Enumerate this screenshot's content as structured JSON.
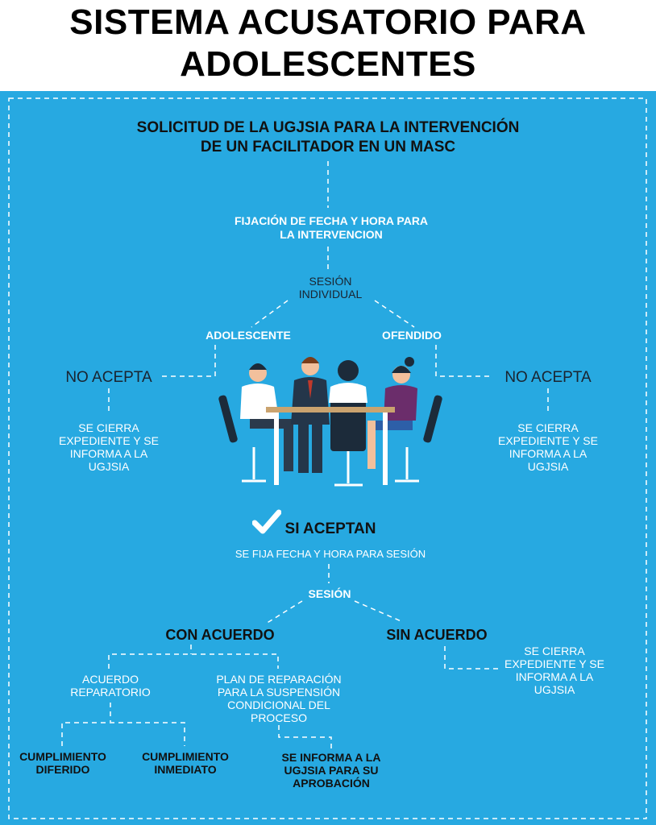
{
  "title": {
    "line1": "SISTEMA ACUSATORIO PARA",
    "line2": "ADOLESCENTES"
  },
  "heading": {
    "line1": "SOLICITUD DE LA UGJSIA PARA LA INTERVENCIÓN",
    "line2": "DE UN FACILITADOR EN UN MASC"
  },
  "fijacion": {
    "line1": "FIJACIÓN DE FECHA Y HORA PARA",
    "line2": "LA INTERVENCION"
  },
  "sesion_individual": {
    "line1": "SESIÓN",
    "line2": "INDIVIDUAL"
  },
  "adolescente": "ADOLESCENTE",
  "ofendido": "OFENDIDO",
  "left_branch": {
    "no_acepta": "NO ACEPTA",
    "result": [
      "SE CIERRA",
      "EXPEDIENTE Y SE",
      "INFORMA A LA",
      "UGJSIA"
    ]
  },
  "right_branch": {
    "no_acepta": "NO ACEPTA",
    "result": [
      "SE CIERRA",
      "EXPEDIENTE Y SE",
      "INFORMA A LA",
      "UGJSIA"
    ]
  },
  "si_aceptan": "SI ACEPTAN",
  "se_fija": "SE FIJA FECHA Y HORA PARA SESIÓN",
  "sesion": "SESIÓN",
  "con_acuerdo": "CON ACUERDO",
  "sin_acuerdo": "SIN ACUERDO",
  "sin_acuerdo_result": [
    "SE CIERRA",
    "EXPEDIENTE Y SE",
    "INFORMA A LA",
    "UGJSIA"
  ],
  "acuerdo_reparatorio": [
    "ACUERDO",
    "REPARATORIO"
  ],
  "plan_reparacion": [
    "PLAN DE REPARACIÓN",
    "PARA LA SUSPENSIÓN",
    "CONDICIONAL DEL",
    "PROCESO"
  ],
  "cumplimiento_diferido": [
    "CUMPLIMIENTO",
    "DIFERIDO"
  ],
  "cumplimiento_inmediato": [
    "CUMPLIMIENTO",
    "INMEDIATO"
  ],
  "se_informa": [
    "SE INFORMA A LA",
    "UGJSIA PARA SU",
    "APROBACIÓN"
  ],
  "colors": {
    "background": "#27a9e1",
    "white": "#ffffff",
    "dark": "#111111"
  }
}
